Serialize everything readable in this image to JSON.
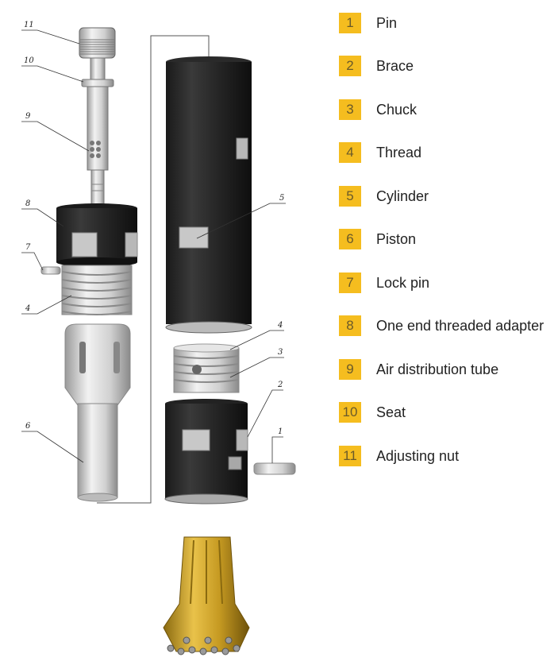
{
  "legend": {
    "accent_color": "#f5bd1f",
    "items": [
      {
        "num": "1",
        "label": "Pin"
      },
      {
        "num": "2",
        "label": "Brace"
      },
      {
        "num": "3",
        "label": "Chuck"
      },
      {
        "num": "4",
        "label": "Thread"
      },
      {
        "num": "5",
        "label": "Cylinder"
      },
      {
        "num": "6",
        "label": "Piston"
      },
      {
        "num": "7",
        "label": "Lock pin"
      },
      {
        "num": "8",
        "label": "One end threaded adapter"
      },
      {
        "num": "9",
        "label": "Air distribution tube"
      },
      {
        "num": "10",
        "label": "Seat"
      },
      {
        "num": "11",
        "label": "Adjusting nut"
      }
    ]
  },
  "callouts": {
    "c11": "11",
    "c10": "10",
    "c9": "9",
    "c8": "8",
    "c7": "7",
    "c4a": "4",
    "c6": "6",
    "c5": "5",
    "c4b": "4",
    "c3": "3",
    "c2": "2",
    "c1": "1"
  }
}
